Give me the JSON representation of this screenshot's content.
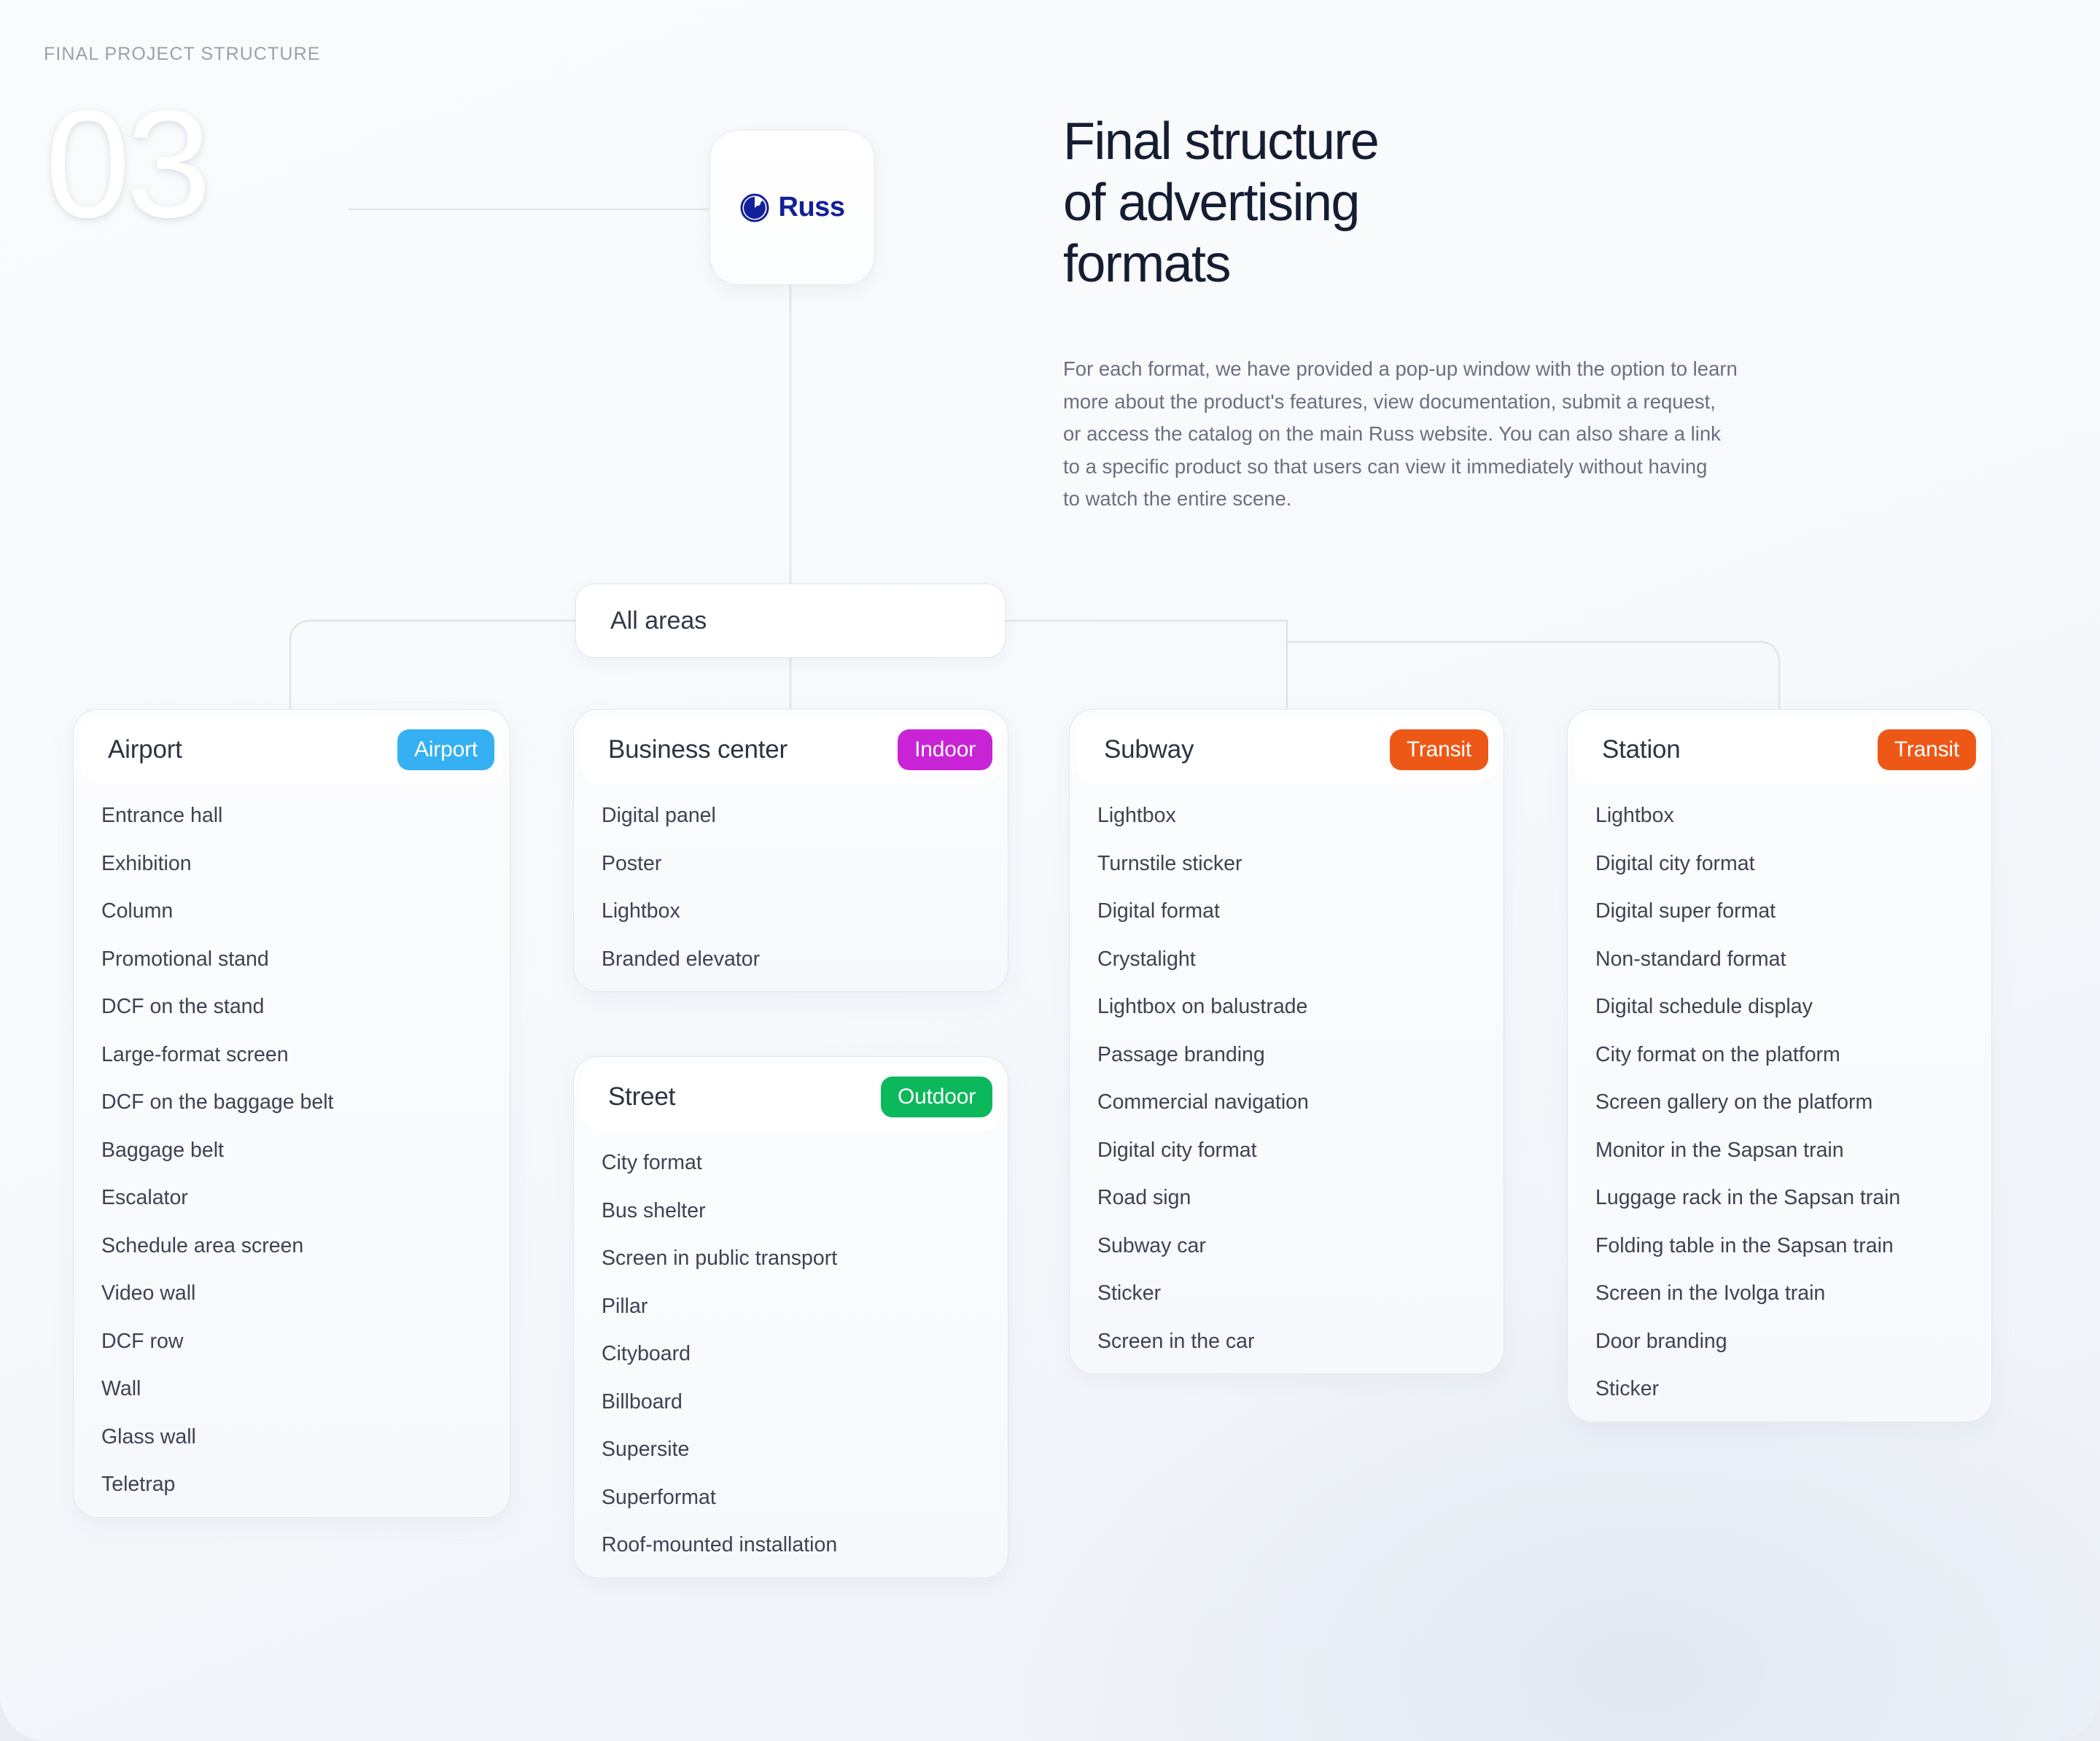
{
  "header": {
    "eyebrow": "FINAL PROJECT STRUCTURE",
    "section_number": "03",
    "title": "Final structure\nof advertising\nformats",
    "lede": "For each format, we have provided a pop-up window with the option to learn\nmore about the product's features, view documentation, submit a request,\nor access the catalog on the main Russ website. You can also share a link\nto a specific product so that users can view it immediately without having\nto watch the entire scene."
  },
  "root_node": {
    "logo_text": "Russ",
    "logo_color": "#12209a"
  },
  "hub_node": {
    "label": "All areas"
  },
  "badge_colors": {
    "airport": "#35b0f2",
    "indoor": "#c923d6",
    "outdoor": "#0cb85c",
    "transit": "#ee5817"
  },
  "cards": [
    {
      "id": "airport",
      "title": "Airport",
      "badge": "Airport",
      "badge_color": "#35b0f2",
      "items": [
        "Entrance hall",
        "Exhibition",
        "Column",
        "Promotional stand",
        "DCF on the stand",
        "Large-format screen",
        "DCF on the baggage belt",
        "Baggage belt",
        "Escalator",
        "Schedule area screen",
        "Video wall",
        "DCF row",
        "Wall",
        "Glass wall",
        "Teletrap"
      ]
    },
    {
      "id": "business",
      "title": "Business center",
      "badge": "Indoor",
      "badge_color": "#c923d6",
      "items": [
        "Digital panel",
        "Poster",
        "Lightbox",
        "Branded elevator"
      ]
    },
    {
      "id": "street",
      "title": "Street",
      "badge": "Outdoor",
      "badge_color": "#0cb85c",
      "items": [
        "City format",
        "Bus shelter",
        "Screen in public transport",
        "Pillar",
        "Cityboard",
        "Billboard",
        "Supersite",
        "Superformat",
        "Roof-mounted installation"
      ]
    },
    {
      "id": "subway",
      "title": "Subway",
      "badge": "Transit",
      "badge_color": "#ee5817",
      "items": [
        "Lightbox",
        "Turnstile sticker",
        "Digital format",
        "Crystalight",
        "Lightbox on balustrade",
        "Passage branding",
        "Commercial navigation",
        "Digital city format",
        "Road sign",
        "Subway car",
        "Sticker",
        "Screen in the car"
      ]
    },
    {
      "id": "station",
      "title": "Station",
      "badge": "Transit",
      "badge_color": "#ee5817",
      "items": [
        "Lightbox",
        "Digital city format",
        "Digital super format",
        "Non-standard format",
        "Digital schedule display",
        "City format on the platform",
        "Screen gallery on the platform",
        "Monitor in the Sapsan train",
        "Luggage rack in the Sapsan train",
        "Folding table in the Sapsan train",
        "Screen in the Ivolga train",
        "Door branding",
        "Sticker"
      ]
    }
  ]
}
